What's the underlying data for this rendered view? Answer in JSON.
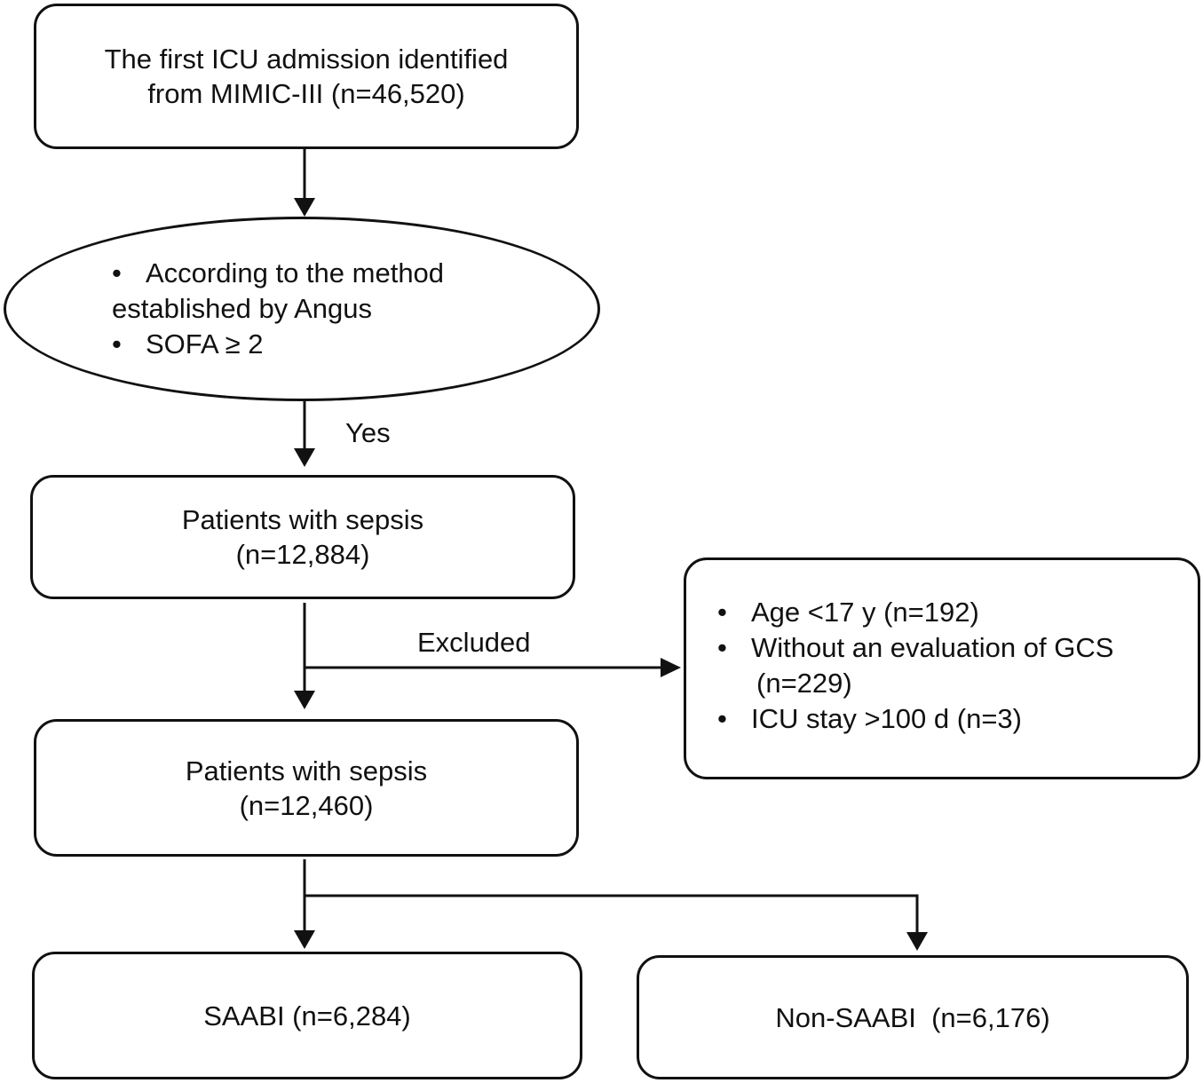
{
  "nodes": {
    "mimic": {
      "line1": "The first ICU admission identified",
      "line2": "from MIMIC-III (n=46,520)"
    },
    "criteria": {
      "item1_line1": "According to the method",
      "item1_line2": "established by Angus",
      "item2": "SOFA ≥ 2"
    },
    "sepsis_all": {
      "line1": "Patients with sepsis",
      "line2": "(n=12,884)"
    },
    "excluded": {
      "item1": "Age <17 y (n=192)",
      "item2_line1": "Without an evaluation of GCS",
      "item2_line2": "(n=229)",
      "item3": "ICU stay >100 d (n=3)"
    },
    "sepsis_final": {
      "line1": "Patients with sepsis",
      "line2": "(n=12,460)"
    },
    "saabi": {
      "label": "SAABI (n=6,284)"
    },
    "non_saabi": {
      "label": "Non-SAABI  (n=6,176)"
    }
  },
  "edges": {
    "yes_label": "Yes",
    "excluded_label": "Excluded"
  },
  "bullet_symbol": "•"
}
